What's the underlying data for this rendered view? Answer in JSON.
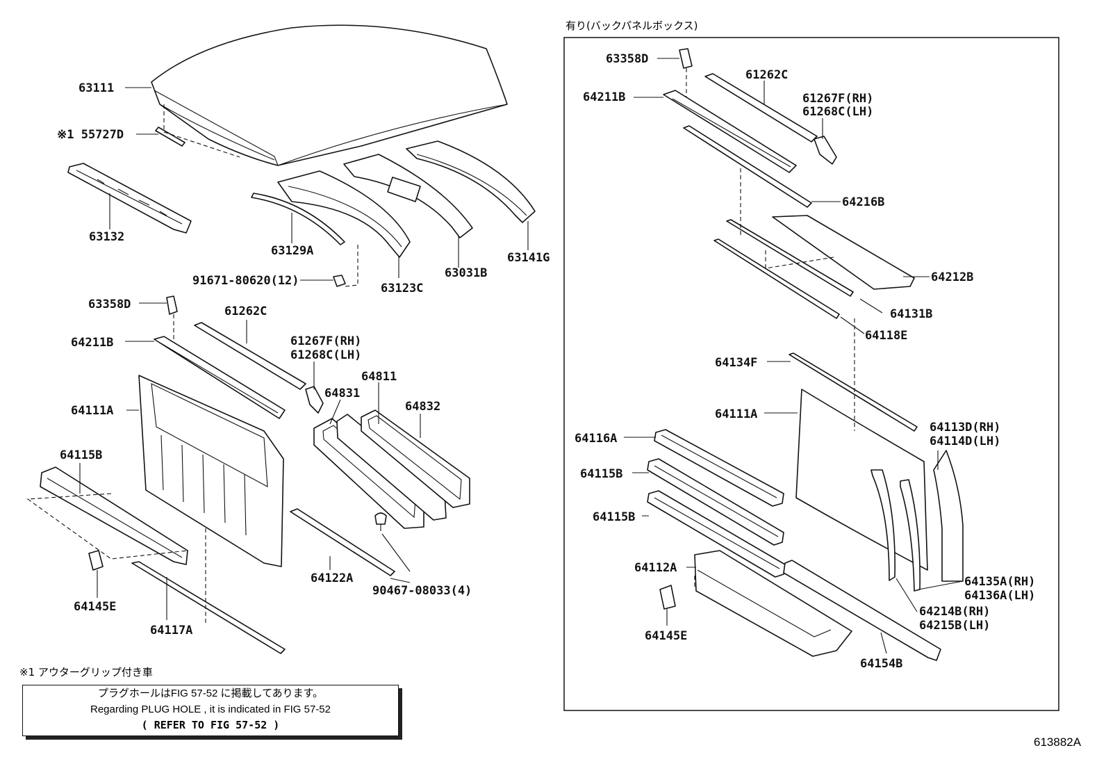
{
  "panel_title": "有り(バックパネルボックス)",
  "footnote": "※1 アウターグリップ付き車",
  "note": {
    "line1": "プラグホールはFIG 57-52 に掲載してあります。",
    "line2": "Regarding PLUG HOLE , it is indicated in FIG 57-52",
    "line3": "( REFER TO FIG 57-52 )"
  },
  "figure_id": "613882A",
  "left_labels": {
    "p63111": "63111",
    "p55727d": "※1 55727D",
    "p63132": "63132",
    "p63129a": "63129A",
    "p91671": "91671-80620(12)",
    "p63123c": "63123C",
    "p63031b": "63031B",
    "p63141g": "63141G",
    "p63358d": "63358D",
    "p61262c": "61262C",
    "p64211b": "64211B",
    "p61267f": "61267F(RH)",
    "p61268c": "61268C(LH)",
    "p64111a": "64111A",
    "p64831": "64831",
    "p64811": "64811",
    "p64832": "64832",
    "p64115b": "64115B",
    "p64122a": "64122A",
    "p90467": "90467-08033(4)",
    "p64145e": "64145E",
    "p64117a": "64117A"
  },
  "right_labels": {
    "p63358d": "63358D",
    "p61262c": "61262C",
    "p64211b": "64211B",
    "p61267f": "61267F(RH)",
    "p61268c": "61268C(LH)",
    "p64216b": "64216B",
    "p64212b": "64212B",
    "p64131b": "64131B",
    "p64118e": "64118E",
    "p64134f": "64134F",
    "p64111a": "64111A",
    "p64113d": "64113D(RH)",
    "p64114d": "64114D(LH)",
    "p64116a": "64116A",
    "p64115b1": "64115B",
    "p64115b2": "64115B",
    "p64112a": "64112A",
    "p64145e": "64145E",
    "p64135a": "64135A(RH)",
    "p64136a": "64136A(LH)",
    "p64214b": "64214B(RH)",
    "p64215b": "64215B(LH)",
    "p64154b": "64154B"
  }
}
